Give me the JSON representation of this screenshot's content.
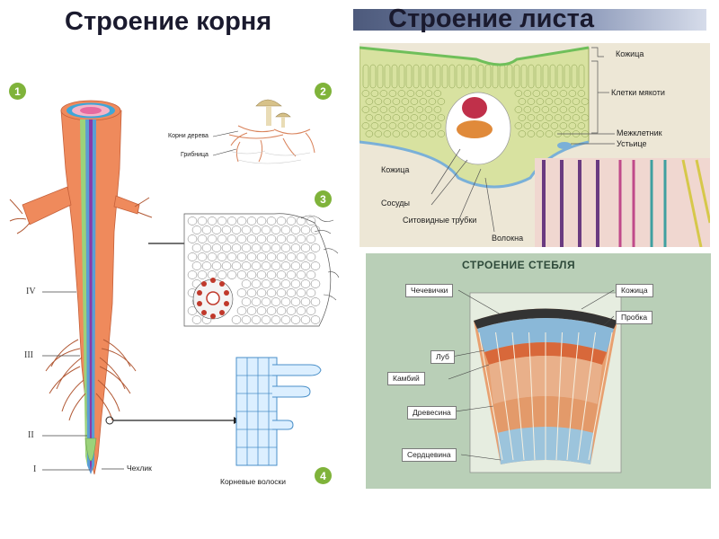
{
  "titles": {
    "root": "Строение корня",
    "leaf": "Строение листа"
  },
  "root_figure": {
    "badges": [
      "1",
      "2",
      "3",
      "4"
    ],
    "roman": [
      "IV",
      "III",
      "II",
      "I"
    ],
    "labels": {
      "cap": "Чехлик",
      "tree_roots": "Корни дерева",
      "mycelium": "Грибница",
      "root_hairs": "Корневые волоски"
    }
  },
  "leaf_figure": {
    "labels": {
      "epidermis_top": "Кожица",
      "mesophyll": "Клетки мякоти",
      "intercellular": "Межклетник",
      "stoma": "Устьице",
      "epidermis_left": "Кожица",
      "vessels": "Сосуды",
      "sieve_tubes": "Ситовидные трубки",
      "fibers": "Волокна"
    }
  },
  "stem_figure": {
    "title": "СТРОЕНИЕ СТЕБЛЯ",
    "labels": {
      "lenticels": "Чечевички",
      "epidermis": "Кожица",
      "cork": "Пробка",
      "phloem": "Луб",
      "cambium": "Камбий",
      "wood": "Древесина",
      "pith": "Сердцевина"
    }
  },
  "colors": {
    "root_orange": "#ef8a5c",
    "stele_blue": "#6aa9d8",
    "badge_green": "#7fb33a",
    "stem_bg": "#b9cfb7",
    "leaf_bg": "#ede7d6"
  }
}
